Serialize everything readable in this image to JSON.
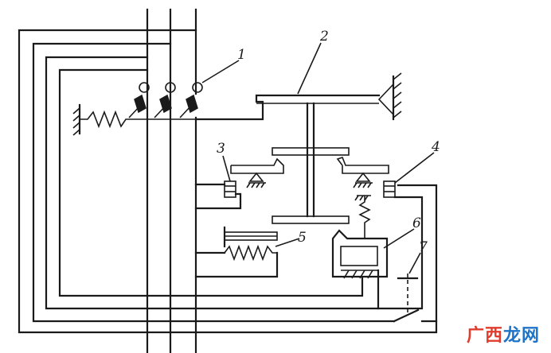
{
  "labels": {
    "l1": "1",
    "l2": "2",
    "l3": "3",
    "l4": "4",
    "l5": "5",
    "l6": "6",
    "l7": "7"
  },
  "watermark": {
    "part1": "广西",
    "part2": "龙网"
  },
  "colors": {
    "line": "#1a1a1a",
    "watermark_red": "#e03c2e",
    "watermark_blue": "#1e73c8"
  }
}
